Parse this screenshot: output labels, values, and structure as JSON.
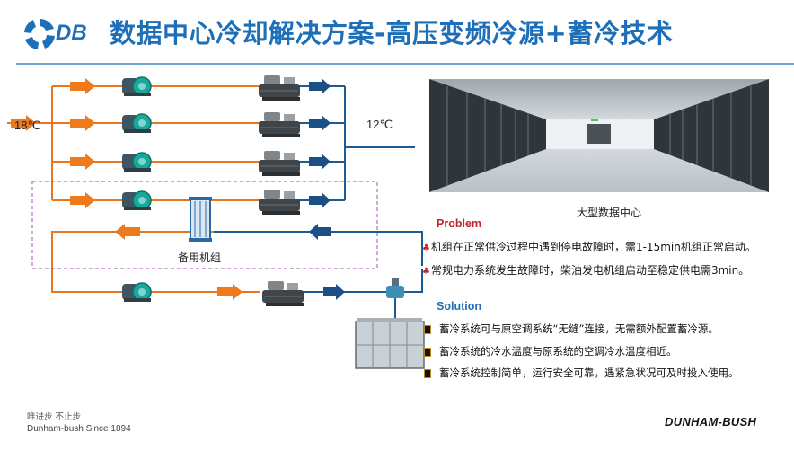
{
  "header": {
    "logo_text": "DB",
    "title": "数据中心冷却解决方案-高压变频冷源+蓄冷技术"
  },
  "diagram": {
    "temp_in": "18℃",
    "temp_out": "12℃",
    "backup_label": "备用机组",
    "photo_caption": "大型数据中心"
  },
  "problem": {
    "title": "Problem",
    "items": [
      "机组在正常供冷过程中遇到停电故障时，需1-15min机组正常启动。",
      "常规电力系统发生故障时，柴油发电机组启动至稳定供电需3min。"
    ]
  },
  "solution": {
    "title": "Solution",
    "items": [
      "蓄冷系统可与原空调系统“无缝”连接，无需额外配置蓄冷源。",
      "蓄冷系统的冷水温度与原系统的空调冷水温度相近。",
      "蓄冷系统控制简单，运行安全可靠，遇紧急状况可及时投入使用。"
    ]
  },
  "footer": {
    "slogan": "唯进步 不止步",
    "since": "Dunham-bush Since 1894",
    "brand": "DUNHAM-BUSH"
  },
  "colors": {
    "title_blue": "#1e6fb8",
    "warm_pipe": "#e9761f",
    "cold_pipe": "#1c5b93",
    "problem_red": "#c0262c",
    "solution_blue": "#1e6fb8"
  },
  "icons": [
    "db-logo-icon",
    "pump-icon",
    "chiller-icon",
    "heat-exchanger-icon",
    "storage-tank-icon",
    "server-room-photo"
  ]
}
